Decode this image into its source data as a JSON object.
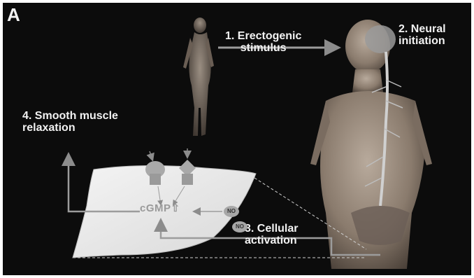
{
  "panel_letter": "A",
  "steps": {
    "step1": [
      "1. Erectogenic",
      "stimulus"
    ],
    "step2": [
      "2. Neural",
      "initiation"
    ],
    "step3": [
      "3. Cellular",
      "activation"
    ],
    "step4": [
      "4. Smooth muscle",
      "relaxation"
    ]
  },
  "cell": {
    "messenger": "cGMP",
    "messenger_arrow": "⇧",
    "no_labels": [
      "NO",
      "NO"
    ]
  },
  "colors": {
    "background": "#0c0c0c",
    "text": "#f2f2f2",
    "arrows": "#8c8c8c",
    "cell": "#e8e8e8",
    "figures": "#8a7a6c"
  }
}
